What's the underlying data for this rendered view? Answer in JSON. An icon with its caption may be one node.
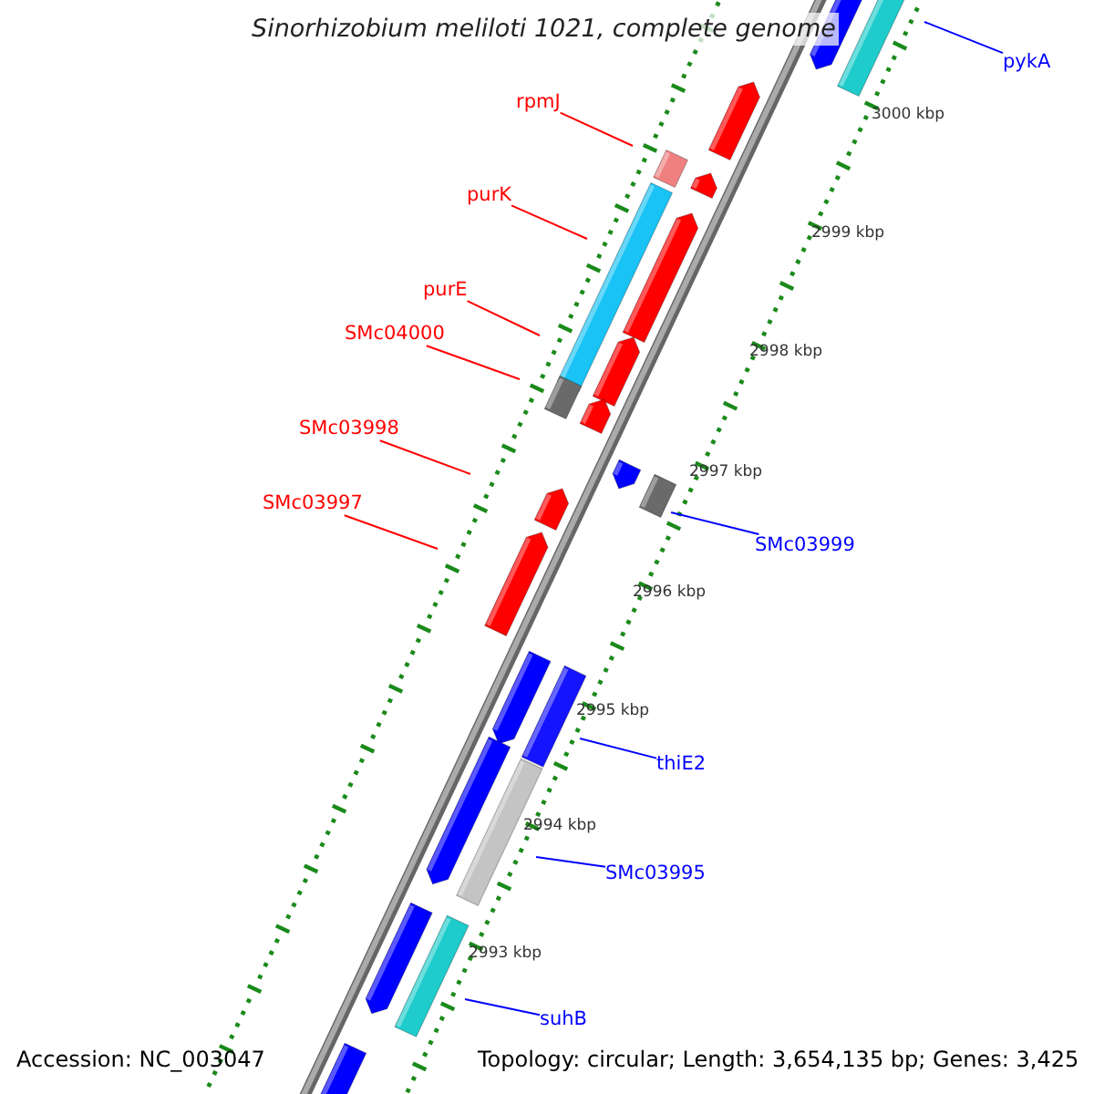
{
  "diagram": {
    "title": "Sinorhizobium meliloti 1021, complete genome",
    "nodes": [
      {
        "text": [
          "rpmJ"
        ]
      },
      {
        "text": [
          "purK"
        ]
      },
      {
        "text": [
          "purE"
        ]
      },
      {
        "text": [
          "SMc04000"
        ]
      },
      {
        "text": [
          "SMc03998"
        ]
      },
      {
        "text": [
          "SMc03997"
        ]
      },
      {
        "text": [
          "pykA"
        ]
      },
      {
        "text": [
          "SMc03999"
        ]
      },
      {
        "text": [
          "thiE2"
        ]
      },
      {
        "text": [
          "SMc03995"
        ]
      },
      {
        "text": [
          "suhB"
        ]
      }
    ],
    "edges": [
      {
        "from": 0,
        "to": null,
        "arrow": "none"
      },
      {
        "from": 1,
        "to": null,
        "arrow": "none"
      },
      {
        "from": 2,
        "to": null,
        "arrow": "none"
      },
      {
        "from": 3,
        "to": null,
        "arrow": "none"
      },
      {
        "from": 4,
        "to": null,
        "arrow": "none"
      },
      {
        "from": 5,
        "to": null,
        "arrow": "none"
      },
      {
        "from": 6,
        "to": null,
        "arrow": "none",
        "color": "#0000ff"
      },
      {
        "from": 7,
        "to": null,
        "arrow": "none",
        "color": "#0000ff"
      },
      {
        "from": 8,
        "to": null,
        "arrow": "none",
        "color": "#0000ff"
      },
      {
        "from": 9,
        "to": null,
        "arrow": "none",
        "color": "#0000ff"
      },
      {
        "from": 10,
        "to": null,
        "arrow": "none",
        "color": "#0000ff"
      }
    ],
    "labels": [
      "3000 kbp",
      "2999 kbp",
      "2998 kbp",
      "2997 kbp",
      "2996 kbp",
      "2995 kbp",
      "2994 kbp",
      "2993 kbp",
      "Accession: NC_003047",
      "Topology: circular; Length: 3,654,135 bp; Genes: 3,425"
    ]
  }
}
